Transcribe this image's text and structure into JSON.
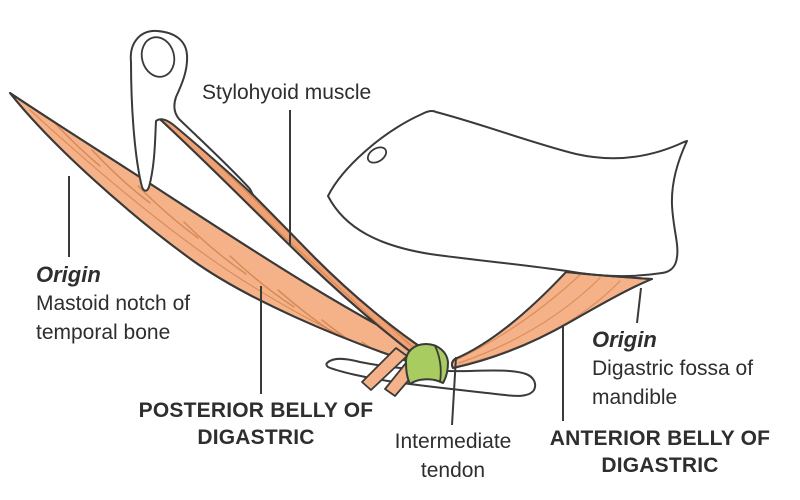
{
  "figure": {
    "background": "#FFFFFF",
    "colors": {
      "background": "#FFFFFF",
      "muscle": "#F5B288",
      "muscle-dark": "#EFA173",
      "fiber": "#D0814C",
      "outline": "#3A3A3A",
      "tendon-green": "#A8CC5F",
      "bone": "#FFFFFF",
      "text": "#2E2E2E"
    },
    "labels": {
      "stylohyoid": "Stylohyoid muscle",
      "origin_left": {
        "title": "Origin",
        "line1": "Mastoid notch of",
        "line2": "temporal bone"
      },
      "posterior_belly": {
        "line1": "POSTERIOR BELLY OF",
        "line2": "DIGASTRIC"
      },
      "intermediate_tendon": {
        "line1": "Intermediate",
        "line2": "tendon"
      },
      "anterior_belly": {
        "line1": "ANTERIOR BELLY OF",
        "line2": "DIGASTRIC"
      },
      "origin_right": {
        "title": "Origin",
        "line1": "Digastric fossa of",
        "line2": "mandible"
      }
    }
  }
}
